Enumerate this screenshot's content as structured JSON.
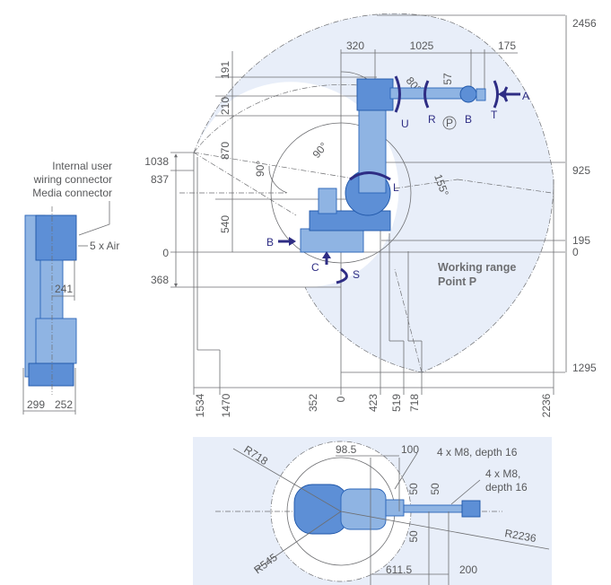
{
  "colors": {
    "working_range_fill": "#e8eef9",
    "robot_fill": "#8fb4e3",
    "robot_outline": "#2a64b8",
    "axis_label": "#2e2d84",
    "dimension_text": "#58595b"
  },
  "side_view": {
    "connector_label_line1": "Internal user",
    "connector_label_line2": "wiring connector",
    "connector_label_line3": "Media connector",
    "air_label": "5 x Air",
    "dim_241": "241",
    "dim_299": "299",
    "dim_252": "252"
  },
  "main_view": {
    "left_dims": {
      "d1038": "1038",
      "d837": "837",
      "d0": "0",
      "d368": "368"
    },
    "vertical_dims": {
      "d191": "191",
      "d210": "210",
      "d870": "870",
      "d540": "540"
    },
    "top_dims": {
      "d320": "320",
      "d1025": "1025",
      "d175": "175",
      "d57": "57"
    },
    "right_dims": {
      "d2456": "2456",
      "d925": "925",
      "d195": "195",
      "d0": "0",
      "d1295": "1295"
    },
    "bottom_dims": [
      "1534",
      "1470",
      "352",
      "0",
      "423",
      "519",
      "718",
      "2236"
    ],
    "angles": {
      "a80": "80°",
      "a90_upper": "90°",
      "a90_left": "90°",
      "a155": "155°"
    },
    "axes": {
      "U": "U",
      "R": "R",
      "B": "B",
      "T": "T",
      "A": "A",
      "L": "L",
      "S": "S",
      "C": "C",
      "B_side": "B",
      "P": "P"
    },
    "working_range_line1": "Working range",
    "working_range_line2": "Point P"
  },
  "top_view": {
    "r718": "R718",
    "r545": "R545",
    "r2236": "R2236",
    "d98_5": "98.5",
    "d100": "100",
    "d50a": "50",
    "d50b": "50",
    "d50c": "50",
    "d611_5": "611.5",
    "d200": "200",
    "m8_label1": "4 x M8, depth 16",
    "m8_label2_line1": "4 x M8,",
    "m8_label2_line2": "depth 16"
  }
}
